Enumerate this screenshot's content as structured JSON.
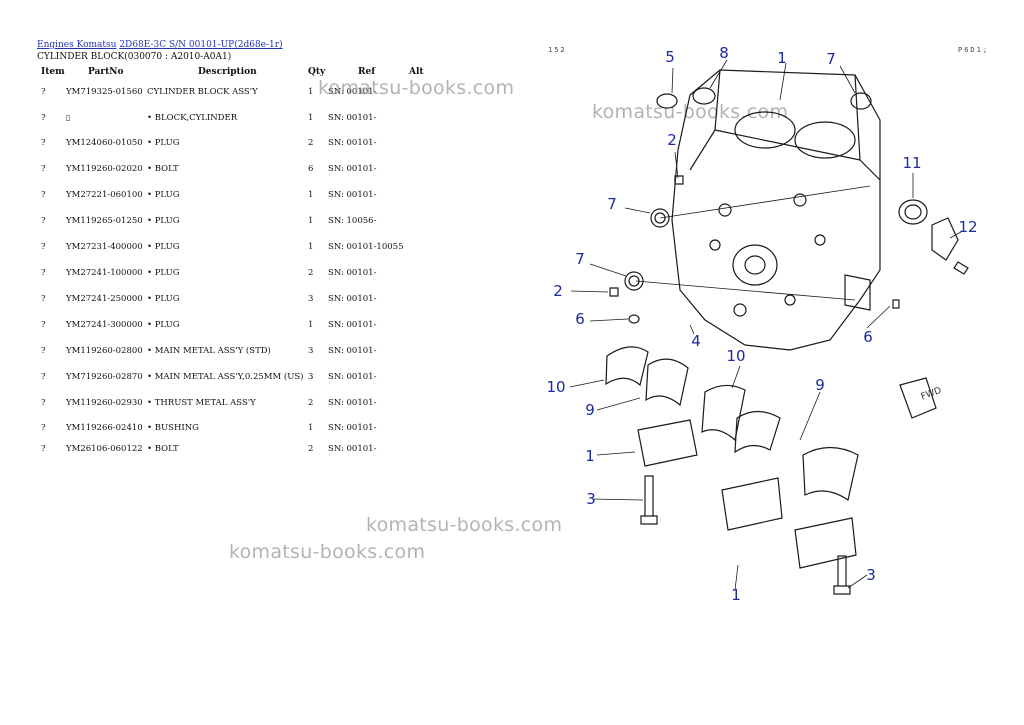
{
  "breadcrumb": {
    "root": "Engines Komatsu",
    "model": "2D68E-3C S/N 00101-UP(2d68e-1r)"
  },
  "section_title": "CYLINDER BLOCK(030070 : A2010-A0A1)",
  "columns": {
    "item": "Item",
    "part_no": "PartNo",
    "description": "Description",
    "qty": "Qty",
    "ref": "Ref",
    "alt": "Alt"
  },
  "parts": [
    {
      "item": "?",
      "part_no": "YM719325-01560",
      "description": "CYLINDER BLOCK ASS'Y",
      "qty": "1",
      "ref": "SN: 00101-"
    },
    {
      "item": "?",
      "part_no": "",
      "description": "• BLOCK,CYLINDER",
      "qty": "1",
      "ref": "SN: 00101-"
    },
    {
      "item": "?",
      "part_no": "YM124060-01050",
      "description": "• PLUG",
      "qty": "2",
      "ref": "SN: 00101-"
    },
    {
      "item": "?",
      "part_no": "YM119260-02020",
      "description": "• BOLT",
      "qty": "6",
      "ref": "SN: 00101-"
    },
    {
      "item": "?",
      "part_no": "YM27221-060100",
      "description": "• PLUG",
      "qty": "1",
      "ref": "SN: 00101-"
    },
    {
      "item": "?",
      "part_no": "YM119265-01250",
      "description": "• PLUG",
      "qty": "1",
      "ref": "SN: 10056-"
    },
    {
      "item": "?",
      "part_no": "YM27231-400000",
      "description": "• PLUG",
      "qty": "1",
      "ref": "SN: 00101-10055"
    },
    {
      "item": "?",
      "part_no": "YM27241-100000",
      "description": "• PLUG",
      "qty": "2",
      "ref": "SN: 00101-"
    },
    {
      "item": "?",
      "part_no": "YM27241-250000",
      "description": "• PLUG",
      "qty": "3",
      "ref": "SN: 00101-"
    },
    {
      "item": "?",
      "part_no": "YM27241-300000",
      "description": "• PLUG",
      "qty": "1",
      "ref": "SN: 00101-"
    },
    {
      "item": "?",
      "part_no": "YM119260-02800",
      "description": "• MAIN METAL ASS'Y (STD)",
      "qty": "3",
      "ref": "SN: 00101-"
    },
    {
      "item": "?",
      "part_no": "YM719260-02870",
      "description": "• MAIN METAL ASS'Y,0.25MM (US)",
      "qty": "3",
      "ref": "SN: 00101-"
    },
    {
      "item": "?",
      "part_no": "YM119260-02930",
      "description": "• THRUST METAL ASS'Y",
      "qty": "2",
      "ref": "SN: 00101-"
    },
    {
      "item": "?",
      "part_no": "YM119266-02410",
      "description": "• BUSHING",
      "qty": "1",
      "ref": "SN: 00101-"
    },
    {
      "item": "?",
      "part_no": "YM26106-060122",
      "description": "• BOLT",
      "qty": "2",
      "ref": "SN: 00101-"
    }
  ],
  "watermark": "komatsu-books.com",
  "diagram": {
    "ref_left": "152",
    "ref_right": "P6D1;",
    "fwd_label": "FWD",
    "callouts": [
      "5",
      "8",
      "1",
      "7",
      "2",
      "11",
      "7",
      "12",
      "7",
      "2",
      "6",
      "4",
      "6",
      "10",
      "10",
      "9",
      "9",
      "1",
      "3",
      "1",
      "3"
    ]
  },
  "colors": {
    "link": "#2233bb",
    "callout": "#1a2aa0",
    "watermark": "#9a9a9a"
  }
}
